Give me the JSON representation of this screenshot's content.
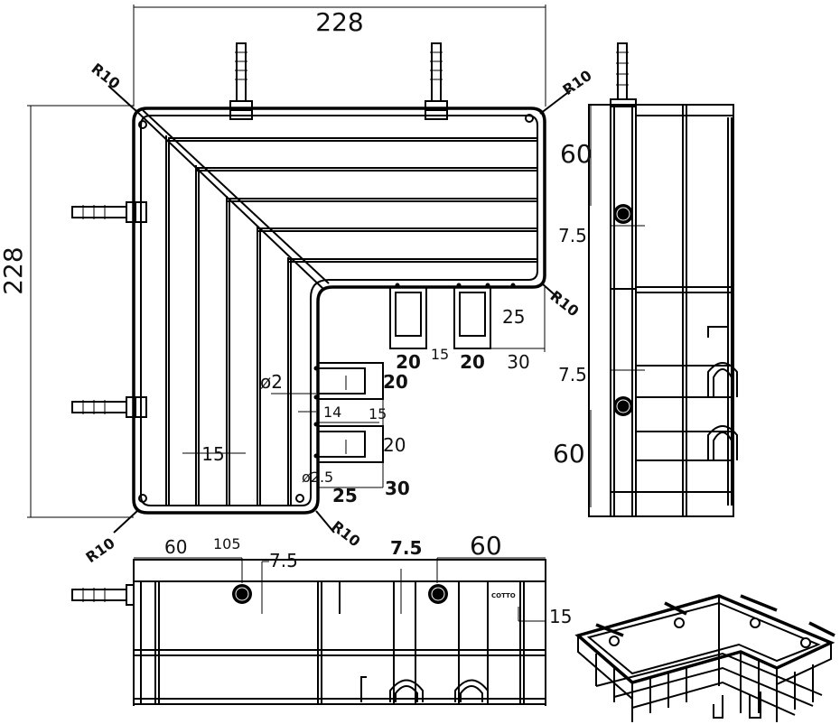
{
  "top_view": {
    "width_label": "228",
    "height_label": "228",
    "radius_label": "R10",
    "spacing_15": "15",
    "wire_dia": "ø2",
    "bar_dia": "ø2.5",
    "dim_20": "20",
    "dim_30": "30",
    "dim_25": "25",
    "dim_14": "14",
    "dim_15": "15"
  },
  "side_view": {
    "dim_60": "60",
    "dim_7_5": "7.5"
  },
  "front_view": {
    "dim_60": "60",
    "dim_105": "105",
    "dim_7_5": "7.5",
    "dim_15": "15",
    "logo_text": "COTTO"
  }
}
